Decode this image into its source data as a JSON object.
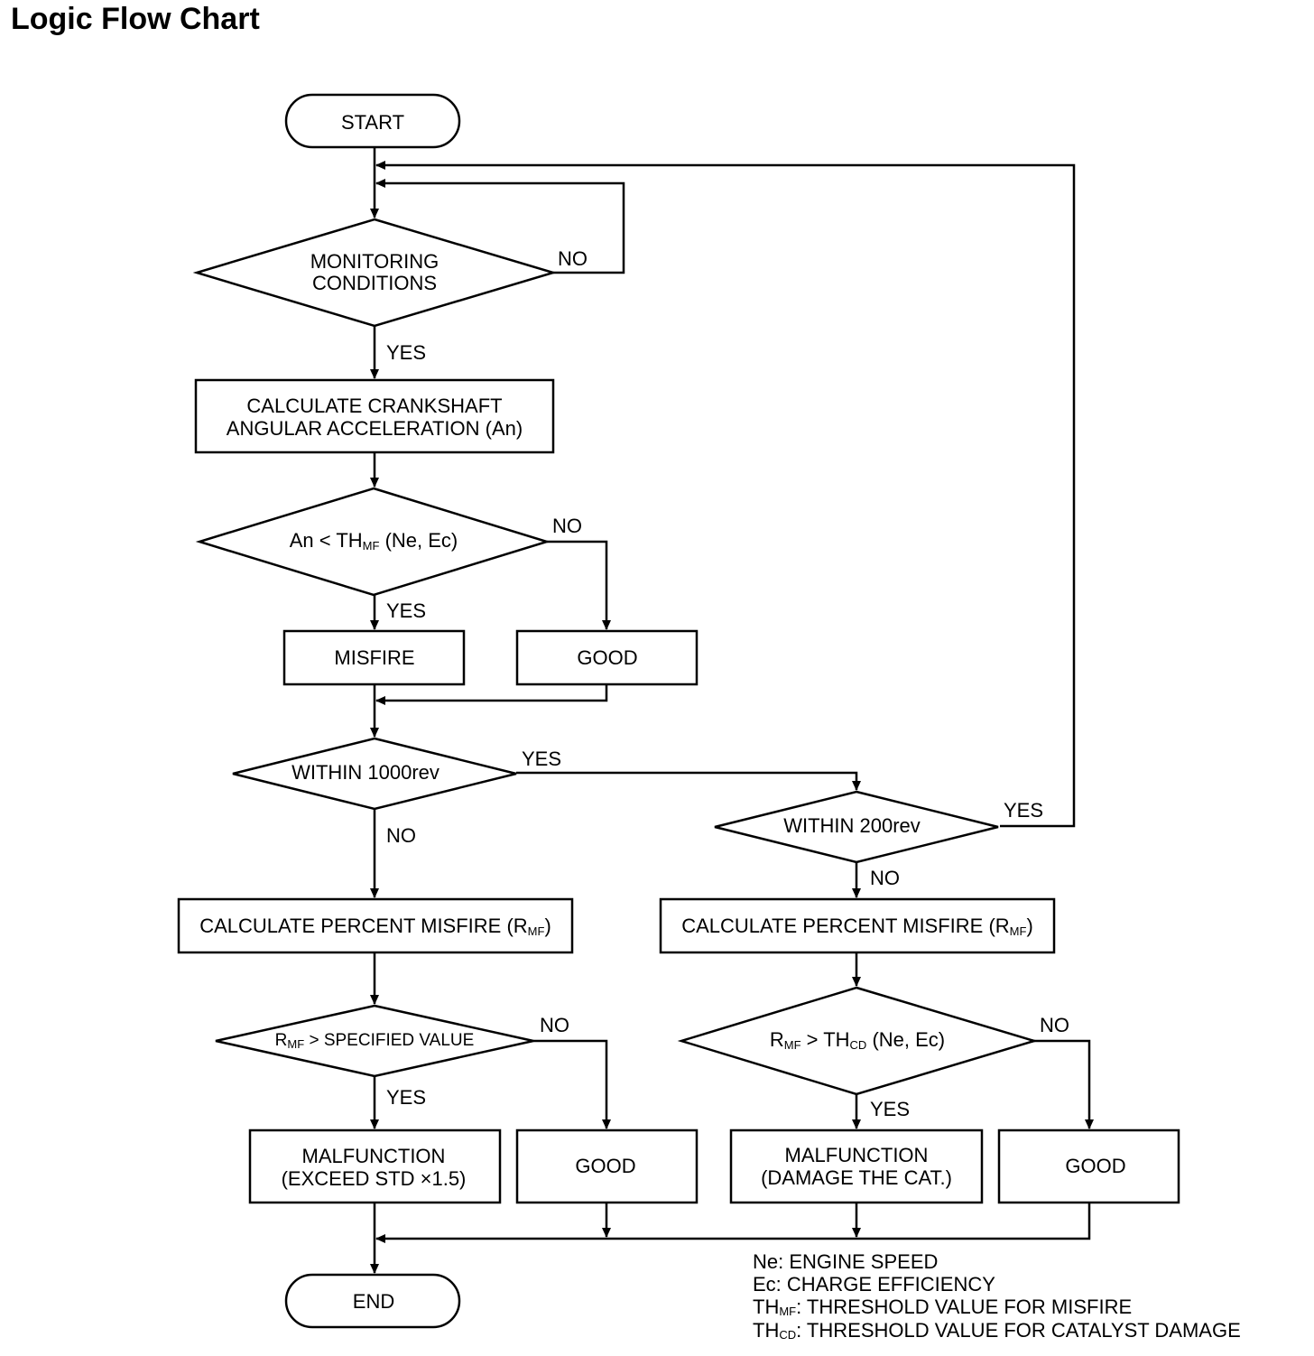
{
  "title": "Logic Flow Chart",
  "nodes": {
    "start": "START",
    "monitoring_1": "MONITORING",
    "monitoring_2": "CONDITIONS",
    "calc_accel_1": "CALCULATE CRANKSHAFT",
    "calc_accel_2": "ANGULAR ACCELERATION (An)",
    "an_check_a": "An < TH",
    "an_check_sub": "MF",
    "an_check_b": " (Ne,  Ec)",
    "misfire": "MISFIRE",
    "good_1": "GOOD",
    "within_1000": "WITHIN 1000rev",
    "within_200": "WITHIN 200rev",
    "calc_pct_left_a": "CALCULATE PERCENT MISFIRE (R",
    "calc_pct_left_sub": "MF",
    "calc_pct_left_b": ")",
    "calc_pct_right_a": "CALCULATE PERCENT MISFIRE (R",
    "calc_pct_right_sub": "MF",
    "calc_pct_right_b": ")",
    "rmf_spec_a": "R",
    "rmf_spec_sub": "MF",
    "rmf_spec_b": " > SPECIFIED VALUE",
    "rmf_thcd_a": "R",
    "rmf_thcd_sub1": "MF",
    "rmf_thcd_b": " > TH",
    "rmf_thcd_sub2": "CD",
    "rmf_thcd_c": " (Ne, Ec)",
    "malf_std_1": "MALFUNCTION",
    "malf_std_2": "(EXCEED STD  ×1.5)",
    "good_2": "GOOD",
    "malf_cat_1": "MALFUNCTION",
    "malf_cat_2": "(DAMAGE THE CAT.)",
    "good_3": "GOOD",
    "end": "END"
  },
  "labels": {
    "yes": "YES",
    "no": "NO"
  },
  "legend": {
    "ne": "Ne: ENGINE SPEED",
    "ec": "Ec: CHARGE EFFICIENCY",
    "thmf_a": "TH",
    "thmf_sub": "MF",
    "thmf_b": ": THRESHOLD VALUE FOR MISFIRE",
    "thcd_a": "TH",
    "thcd_sub": "CD",
    "thcd_b": ": THRESHOLD VALUE FOR CATALYST DAMAGE"
  }
}
